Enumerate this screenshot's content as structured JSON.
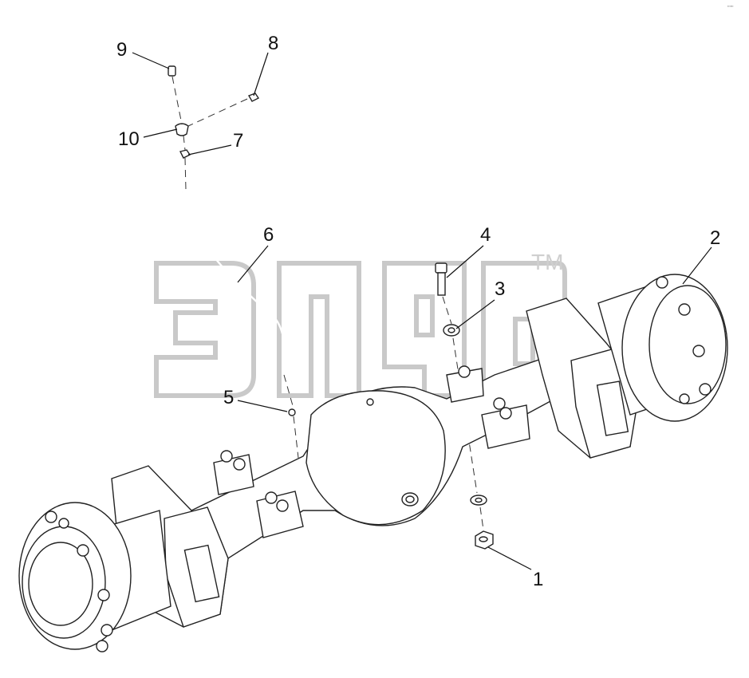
{
  "diagram": {
    "watermark_tm": "TM",
    "corner_mark": "\"\"\"",
    "callouts": [
      {
        "id": "1",
        "label": "1"
      },
      {
        "id": "2",
        "label": "2"
      },
      {
        "id": "3",
        "label": "3"
      },
      {
        "id": "4",
        "label": "4"
      },
      {
        "id": "5",
        "label": "5"
      },
      {
        "id": "6",
        "label": "6"
      },
      {
        "id": "7",
        "label": "7"
      },
      {
        "id": "8",
        "label": "8"
      },
      {
        "id": "9",
        "label": "9"
      },
      {
        "id": "10",
        "label": "10"
      }
    ]
  }
}
